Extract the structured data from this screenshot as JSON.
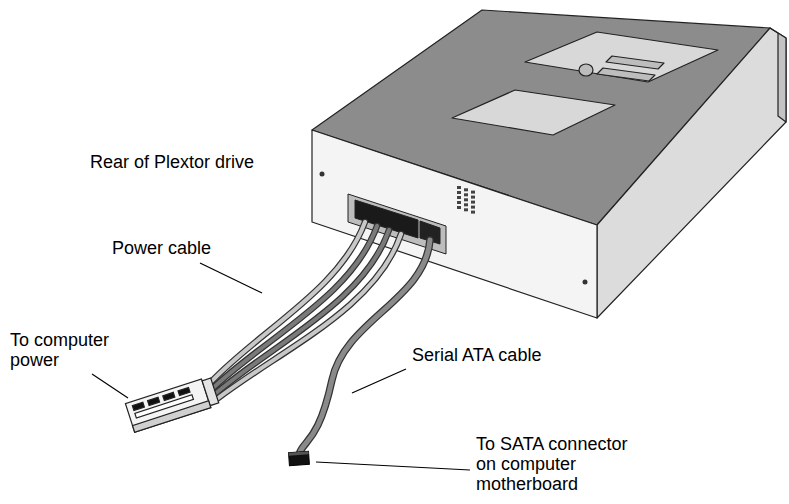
{
  "diagram": {
    "labels": [
      "Rear of Plextor drive",
      "Power cable",
      "To computer power",
      "Serial ATA cable",
      "To SATA connector on computer motherboard"
    ]
  }
}
